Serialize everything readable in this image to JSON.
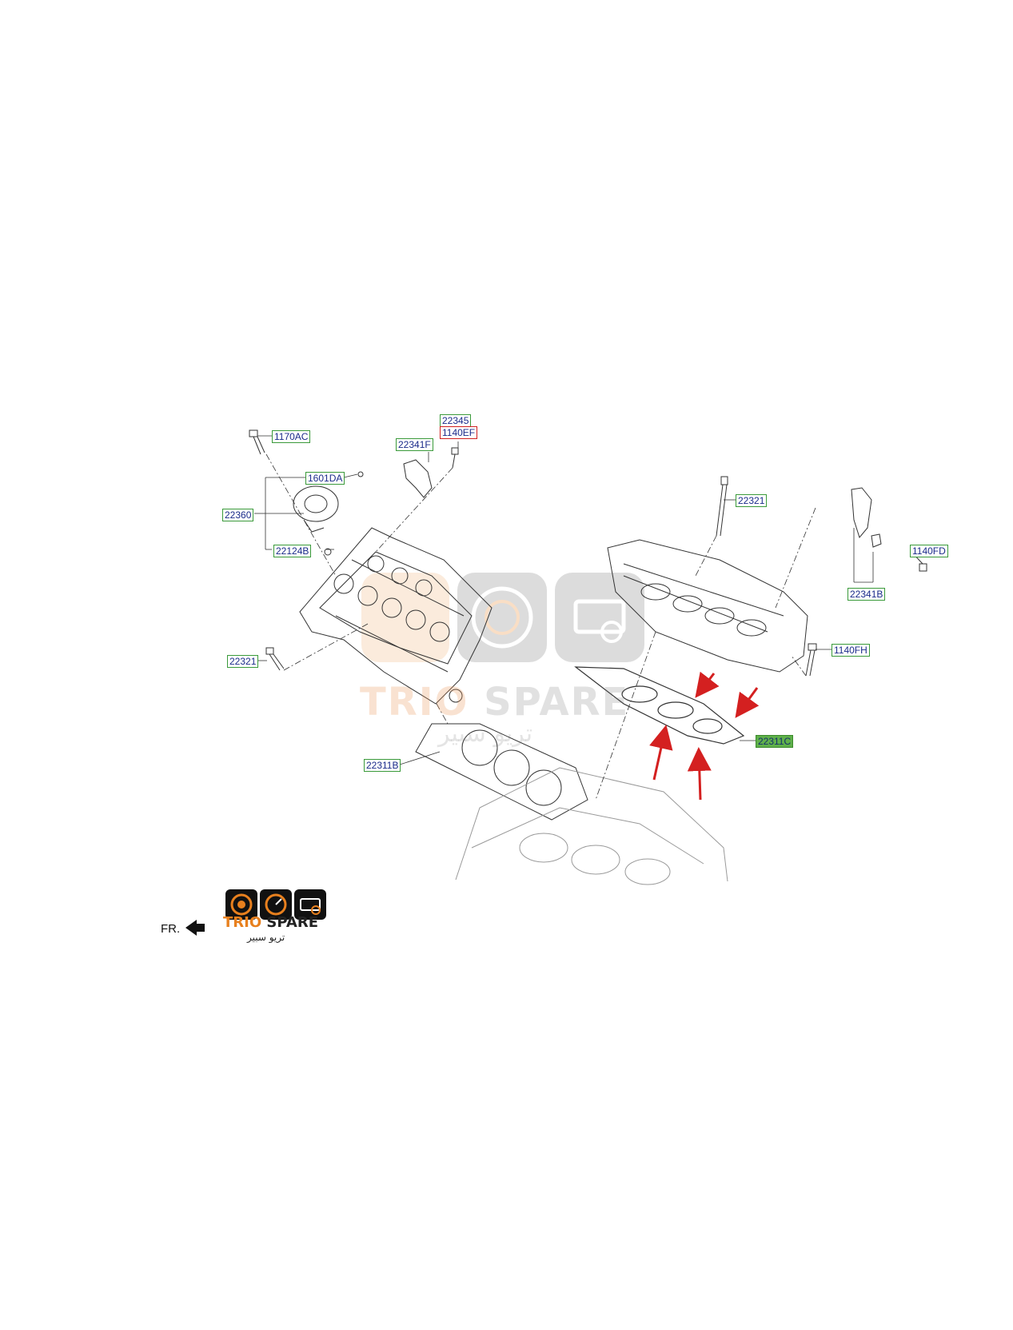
{
  "labels": {
    "l1170AC": "1170AC",
    "l22345": "22345",
    "l1140EF": "1140EF",
    "l22341F": "22341F",
    "l1601DA": "1601DA",
    "l22360": "22360",
    "l22124B": "22124B",
    "l22321_left": "22321",
    "l22311B": "22311B",
    "l22321_right": "22321",
    "l1140FD": "1140FD",
    "l22341B": "22341B",
    "l1140FH": "1140FH",
    "l22311C": "22311C"
  },
  "watermark": {
    "brand_trio": "TRIO",
    "brand_spare": "SPARE",
    "arabic": "تريو سبير"
  },
  "logo": {
    "brand_trio": "TRIO",
    "brand_spare": "SPARE",
    "arabic": "تريو سبير"
  },
  "front_indicator": "FR.",
  "colors": {
    "line": "#333333",
    "label_border": "#3a9a3a",
    "label_border_alt": "#d02020",
    "label_text": "#1a2a8a",
    "highlight": "#5fb04a",
    "arrow": "#d42020",
    "brand_orange": "#e8801e"
  }
}
